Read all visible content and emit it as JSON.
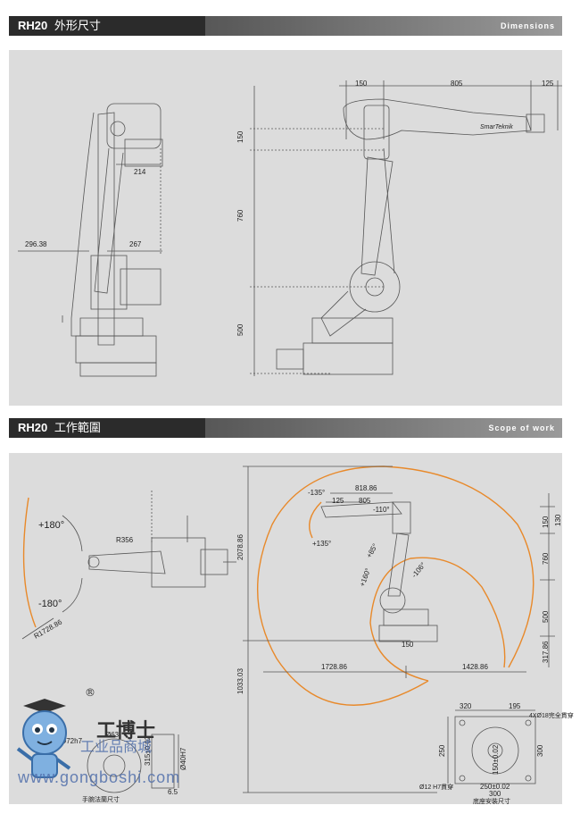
{
  "section1": {
    "model": "RH20",
    "title_cn": "外形尺寸",
    "title_en": "Dimensions"
  },
  "section2": {
    "model": "RH20",
    "title_cn": "工作範圍",
    "title_en": "Scope of work"
  },
  "dims_side": {
    "d214": "214",
    "d296": "296.38",
    "d267": "267"
  },
  "dims_front": {
    "top_150": "150",
    "top_805": "805",
    "top_125": "125",
    "v150": "150",
    "v760": "760",
    "v500": "500"
  },
  "brand_on_arm": "SmarTeknik",
  "scope": {
    "plus180": "+180°",
    "minus180": "-180°",
    "r356": "R356",
    "r1728": "R1728.86",
    "a135a": "-135°",
    "a135b": "+135°",
    "d818": "818.86",
    "d125": "125",
    "d805": "805",
    "a110": "-110°",
    "a85": "+85°",
    "a160": "+160°",
    "a106": "-106°",
    "h2078": "2078.86",
    "h1033": "1033.03",
    "d150": "150",
    "w1728": "1728.86",
    "w1428": "1428.86",
    "r130": "130",
    "r150": "150",
    "r760": "760",
    "r500": "500",
    "r317": "317.86"
  },
  "flange": {
    "d315": "315±0.02",
    "d40": "Ø40H7",
    "d6_5": "6.5",
    "d63": "Ø63",
    "d72": "Ø72h7",
    "caption": "手腕法蘭尺寸"
  },
  "base": {
    "w320": "320",
    "w195": "195",
    "holes": "4XØ18完全貫穿",
    "h250": "250",
    "h300": "300",
    "c150": "150±0.02",
    "w250": "250±0.02",
    "w300": "300",
    "pin": "Ø12 H7貫穿",
    "caption": "底座安裝尺寸"
  },
  "watermark": {
    "logo_cn": "工博士",
    "shop_cn": "工业品商城",
    "url": "www.gongboshi.com",
    "reg": "®"
  },
  "colors": {
    "accent": "#e8892a",
    "band_dark": "#2b2b2b",
    "panel": "#dcdcdc",
    "line": "#555555"
  }
}
